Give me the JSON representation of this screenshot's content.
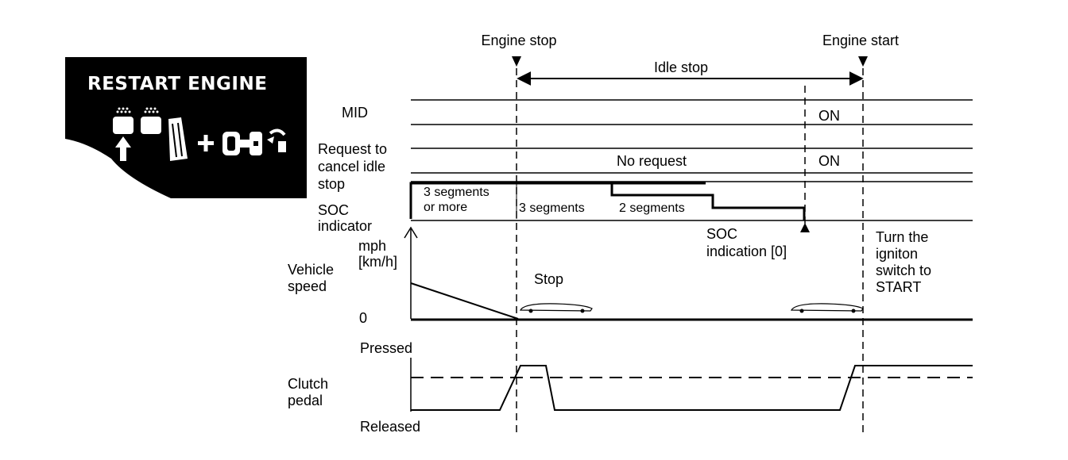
{
  "panel": {
    "title": "RESTART ENGINE",
    "icons": [
      "brake-pedal-icon",
      "clutch-pedal-icon",
      "accelerator-pedal-icon",
      "plus-icon",
      "ignition-key-icon"
    ],
    "background": "#000000",
    "text_color": "#ffffff"
  },
  "events": {
    "engine_stop": "Engine stop",
    "engine_start": "Engine start",
    "idle_stop": "Idle stop"
  },
  "rows": {
    "mid": {
      "label": "MID",
      "on": "ON"
    },
    "request": {
      "label_line1": "Request to",
      "label_line2": "cancel idle",
      "label_line3": "stop",
      "no_request": "No request",
      "on": "ON"
    },
    "soc": {
      "label_line1": "SOC",
      "label_line2": "indicator",
      "seg_a_line1": "3 segments",
      "seg_a_line2": "or more",
      "seg_b": "3 segments",
      "seg_c": "2 segments",
      "note_line1": "SOC",
      "note_line2": "indication [0]"
    },
    "speed": {
      "unit_line1": "mph",
      "unit_line2": "[km/h]",
      "label_line1": "Vehicle",
      "label_line2": "speed",
      "zero": "0",
      "stop": "Stop",
      "note_line1": "Turn the",
      "note_line2": "igniton",
      "note_line3": "switch to",
      "note_line4": "START"
    },
    "clutch": {
      "pressed": "Pressed",
      "released": "Released",
      "label_line1": "Clutch",
      "label_line2": "pedal"
    }
  }
}
